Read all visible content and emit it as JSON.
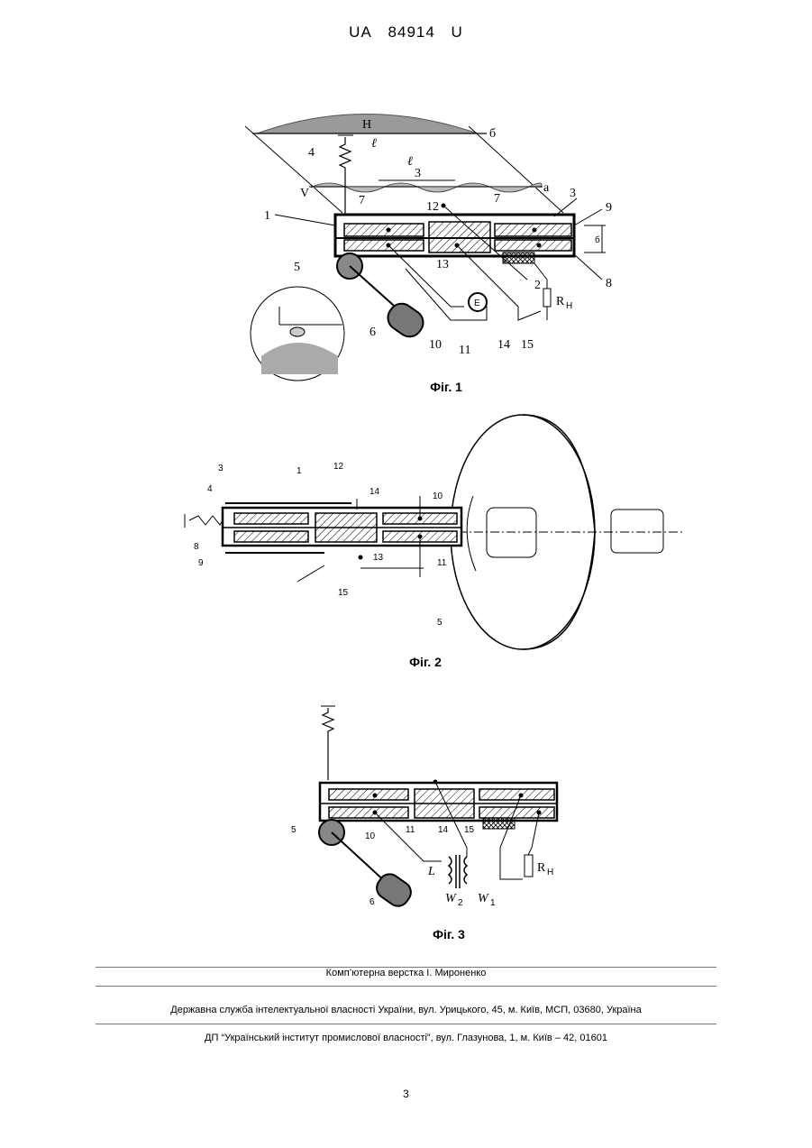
{
  "header": {
    "country": "UA",
    "number": "84914",
    "kind": "U"
  },
  "figures": {
    "fig1": {
      "caption": "Фіг. 1",
      "labels": {
        "H": "H",
        "b": "б",
        "a": "a",
        "V": "V",
        "l": "ℓ",
        "l3_num": "ℓ",
        "l3_den": "3",
        "n1": "1",
        "n2": "2",
        "n3": "3",
        "n4": "4",
        "n5": "5",
        "n6": "6",
        "n7a": "7",
        "n7b": "7",
        "n8": "8",
        "n9": "9",
        "n10": "10",
        "n11": "11",
        "n12": "12",
        "n13": "13",
        "n14": "14",
        "n15": "15",
        "thickness": "б",
        "E": "E",
        "R": "R",
        "R_sub": "H"
      }
    },
    "fig2": {
      "caption": "Фіг. 2",
      "labels": {
        "n1": "1",
        "n3": "3",
        "n4": "4",
        "n5": "5",
        "n8": "8",
        "n9": "9",
        "n10": "10",
        "n11": "11",
        "n12": "12",
        "n13": "13",
        "n14": "14",
        "n15": "15"
      }
    },
    "fig3": {
      "caption": "Фіг. 3",
      "labels": {
        "n5": "5",
        "n6": "6",
        "n10": "10",
        "n11": "11",
        "n14": "14",
        "n15": "15",
        "L": "L",
        "W2": "W",
        "W2_sub": "2",
        "W1": "W",
        "W1_sub": "1",
        "R": "R",
        "R_sub": "H"
      }
    }
  },
  "footer": {
    "layout": "Комп’ютерна верстка І. Мироненко",
    "agency": "Державна служба інтелектуальної власності України, вул. Урицького, 45, м. Київ, МСП, 03680, Україна",
    "institute": "ДП “Український інститут промислової власності”, вул. Глазунова, 1, м. Київ – 42, 01601"
  },
  "page_number": "3"
}
